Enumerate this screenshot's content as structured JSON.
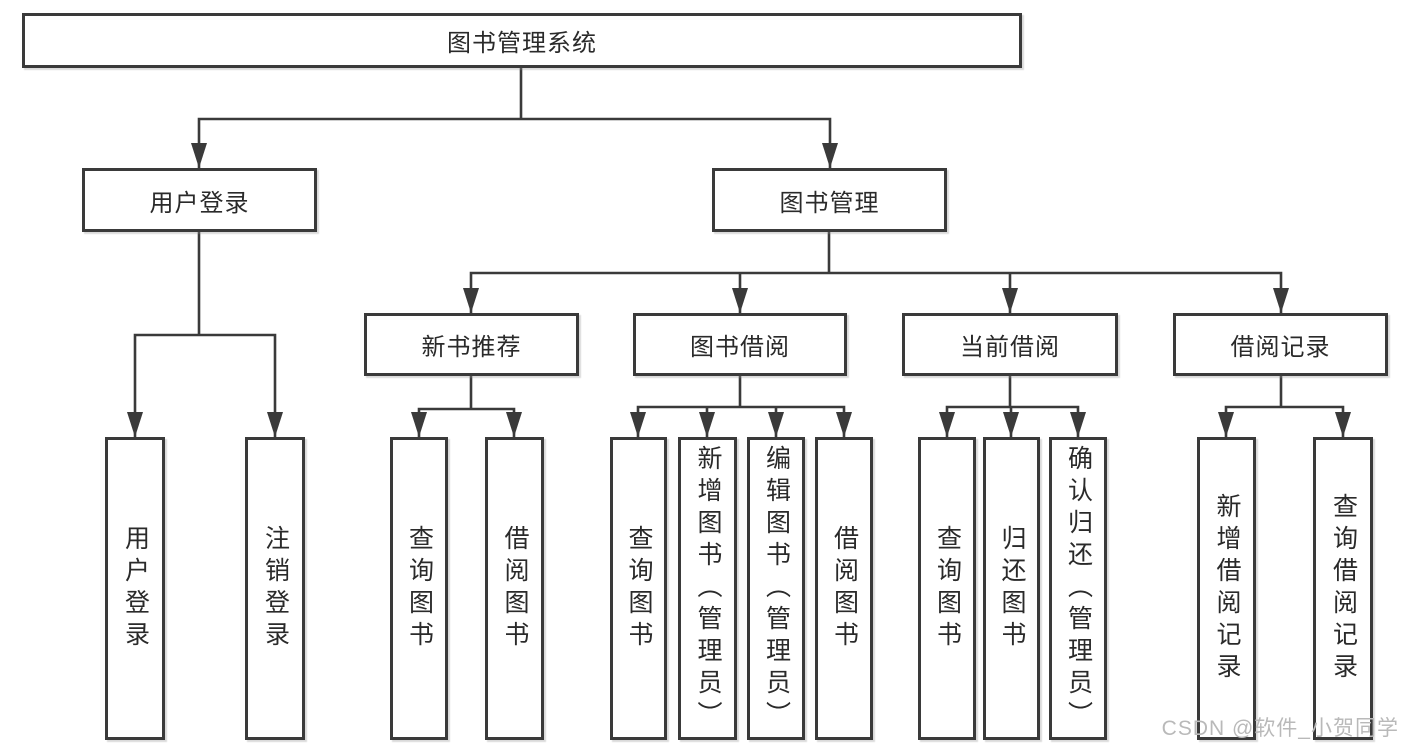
{
  "diagram": {
    "title": "图书管理系统",
    "level2": [
      {
        "label": "用户登录",
        "children": [
          "用户登录",
          "注销登录"
        ]
      },
      {
        "label": "图书管理",
        "children": [
          {
            "label": "新书推荐",
            "children": [
              "查询图书",
              "借阅图书"
            ]
          },
          {
            "label": "图书借阅",
            "children": [
              "查询图书",
              "新增图书（管理员）",
              "编辑图书（管理员）",
              "借阅图书"
            ]
          },
          {
            "label": "当前借阅",
            "children": [
              "查询图书",
              "归还图书",
              "确认归还（管理员）"
            ]
          },
          {
            "label": "借阅记录",
            "children": [
              "新增借阅记录",
              "查询借阅记录"
            ]
          }
        ]
      }
    ]
  },
  "watermark": {
    "text": "CSDN @软件_小贺同学",
    "color": "#b9b9b9"
  },
  "colors": {
    "line": "#3a3a3a",
    "text": "#2a2a2a",
    "background": "#ffffff"
  }
}
